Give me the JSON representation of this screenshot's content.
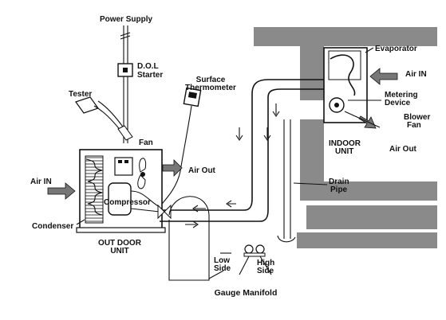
{
  "labels": {
    "power_supply": "Power Supply",
    "dol_line1": "D.O.L",
    "dol_line2": "Starter",
    "tester": "Tester",
    "surface_line1": "Surface",
    "surface_line2": "Thermometer",
    "fan": "Fan",
    "air_out_left": "Air Out",
    "air_in_left": "Air IN",
    "compressor": "Compressor",
    "condenser": "Condenser",
    "outdoor_line1": "OUT DOOR",
    "outdoor_line2": "UNIT",
    "evaporator": "Evaporator",
    "air_in_right": "Air IN",
    "metering_line1": "Metering",
    "metering_line2": "Device",
    "blower_line1": "Blower",
    "blower_line2": "Fan",
    "indoor_line1": "INDOOR",
    "indoor_line2": "UNIT",
    "air_out_right": "Air Out",
    "drain_line1": "Drain",
    "drain_line2": "Pipe",
    "low_line1": "Low",
    "low_line2": "Side",
    "high_line1": "High",
    "high_line2": "Side",
    "gauge_manifold": "Gauge Manifold"
  },
  "colors": {
    "ink": "#111111",
    "wall": "#8a8a8a",
    "background": "#ffffff"
  }
}
